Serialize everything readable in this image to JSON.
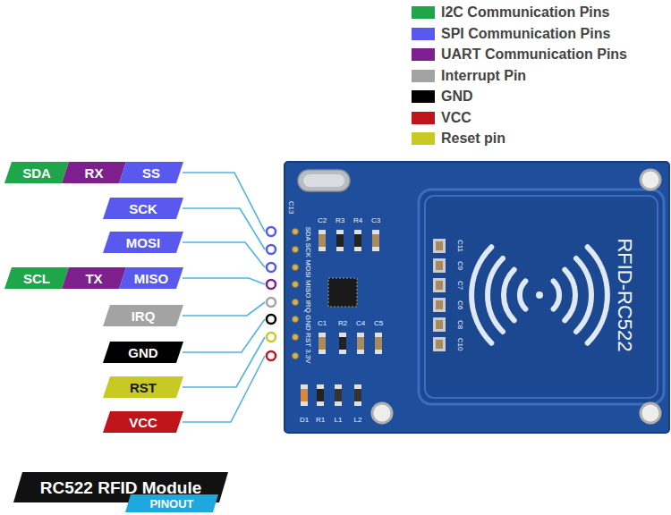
{
  "diagram": {
    "nodes": [
      {
        "text": [
          "SDA"
        ]
      },
      {
        "text": [
          "RX"
        ]
      },
      {
        "text": [
          "SS"
        ]
      },
      {
        "text": [
          "SCK"
        ]
      },
      {
        "text": [
          "MOSI"
        ]
      },
      {
        "text": [
          "SCL"
        ]
      },
      {
        "text": [
          "TX"
        ]
      },
      {
        "text": [
          "MISO"
        ]
      },
      {
        "text": [
          "IRQ"
        ]
      },
      {
        "text": [
          "GND"
        ]
      },
      {
        "text": [
          "RST"
        ]
      },
      {
        "text": [
          "VCC"
        ]
      },
      {
        "text": [
          "RC522 RFID Module"
        ]
      },
      {
        "text": [
          "PINOUT"
        ]
      }
    ],
    "labels": [
      "C13",
      "C2",
      "R3",
      "R4",
      "C3",
      "SDA SCK MOSI MISO IRQ GND RST 3.3V",
      "C1",
      "R2",
      "C4",
      "C5",
      "D1",
      "R1",
      "L1",
      "L2",
      "C11",
      "C9",
      "C7",
      "C6",
      "C8",
      "C10",
      "RFID-RC522"
    ],
    "legend": [
      {
        "text": "I2C Communication Pins",
        "color": "#1fa64b"
      },
      {
        "text": "SPI Communication Pins",
        "color": "#5959f0"
      },
      {
        "text": "UART Communication Pins",
        "color": "#7d1f8c"
      },
      {
        "text": "Interrupt Pin",
        "color": "#a3a3a3"
      },
      {
        "text": "GND",
        "color": "#000000"
      },
      {
        "text": "VCC",
        "color": "#c0141b"
      },
      {
        "text": "Reset pin",
        "color": "#c9c923"
      }
    ]
  }
}
